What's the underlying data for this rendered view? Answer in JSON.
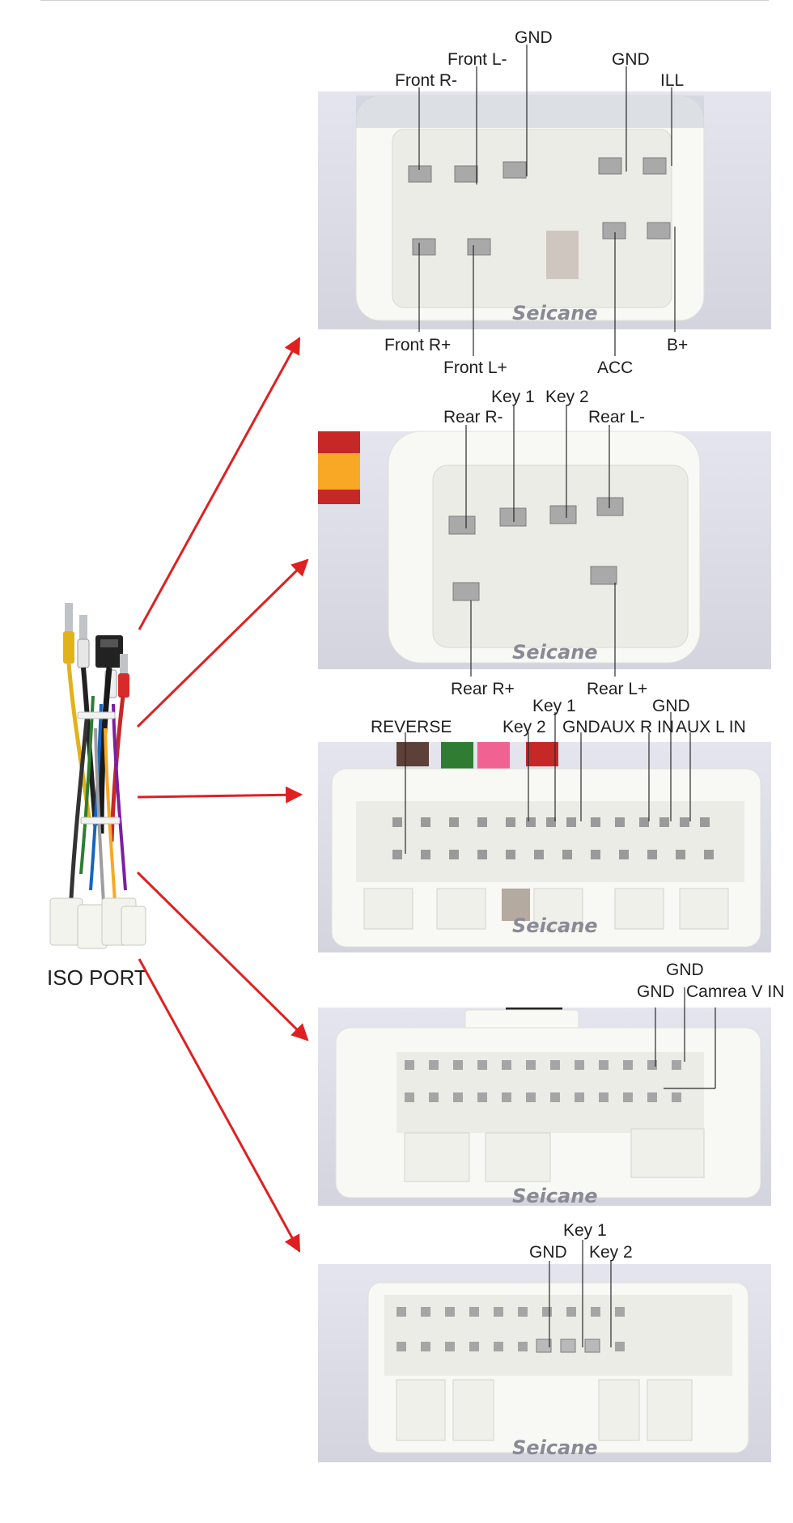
{
  "source_label": "ISO PORT",
  "brand": "Seicane",
  "connectors": [
    {
      "labels_top": [
        "GND",
        "Front L-",
        "Front R-",
        "GND",
        "ILL"
      ],
      "labels_bottom": [
        "Front R+",
        "Front L+",
        "ACC",
        "B+"
      ]
    },
    {
      "labels_top": [
        "Key 1",
        "Key 2",
        "Rear R-",
        "Rear L-"
      ],
      "labels_bottom": [
        "Rear R+",
        "Rear L+"
      ]
    },
    {
      "labels_top": [
        "Key 1",
        "GND",
        "REVERSE",
        "Key 2",
        "GND",
        "AUX R IN",
        "AUX L IN"
      ],
      "labels_bottom": []
    },
    {
      "labels_top": [
        "GND",
        "GND",
        "Camrea V IN"
      ],
      "labels_bottom": []
    },
    {
      "labels_top": [
        "Key 1",
        "GND",
        "Key 2"
      ],
      "labels_bottom": []
    }
  ],
  "colors": {
    "arrow": "#e02020",
    "label_text": "#1f1f1f",
    "leader_line": "#2a2a2a",
    "photo_bg": "#dcdde6",
    "connector_body": "#f7f7f2",
    "pin_metal": "#a7a7a7"
  }
}
